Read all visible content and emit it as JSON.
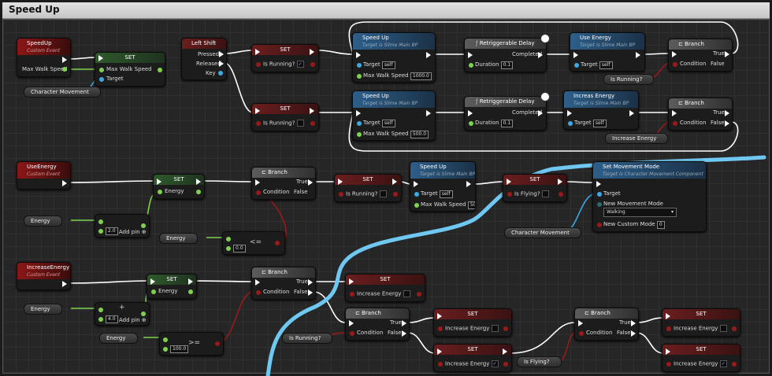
{
  "title": "Speed Up",
  "colors": {
    "exec": "#ffffff",
    "float": "#7fd24e",
    "bool": "#9a1a1a",
    "object": "#3ea8e6",
    "enum": "#2c6b6b",
    "highlight": "#6fc8f2"
  },
  "nodes": {
    "speedup_event": {
      "title": "SpeedUp",
      "subtitle": "Custom Event",
      "pin": "Max Walk Speed"
    },
    "set_mws": {
      "title": "SET",
      "pin1": "Max Walk Speed",
      "pin2": "Target"
    },
    "charmove1": {
      "label": "Character Movement"
    },
    "leftshift": {
      "title": "Left Shift",
      "pressed": "Pressed",
      "released": "Released",
      "key": "Key"
    },
    "set_run_true": {
      "title": "SET",
      "pin": "Is Running?",
      "check": "✓"
    },
    "set_run_false": {
      "title": "SET",
      "pin": "Is Running?"
    },
    "speedup_fn1": {
      "title": "Speed Up",
      "subtitle": "Target is Slime Main BP",
      "target": "Target",
      "target_val": "self",
      "mws": "Max Walk Speed",
      "mws_val": "1000.0"
    },
    "speedup_fn2": {
      "title": "Speed Up",
      "subtitle": "Target is Slime Main BP",
      "target": "Target",
      "target_val": "self",
      "mws": "Max Walk Speed",
      "mws_val": "500.0"
    },
    "delay1": {
      "title": "Retriggerable Delay",
      "completed": "Completed",
      "duration": "Duration",
      "duration_val": "0.1"
    },
    "delay2": {
      "title": "Retriggerable Delay",
      "completed": "Completed",
      "duration": "Duration",
      "duration_val": "0.1"
    },
    "useenergy_fn": {
      "title": "Use Energy",
      "subtitle": "Target is Slime Main BP",
      "target": "Target",
      "target_val": "self"
    },
    "increasenergy_fn": {
      "title": "Increas Energy",
      "subtitle": "Target is Slime Main BP",
      "target": "Target",
      "target_val": "self"
    },
    "branch1": {
      "title": "Branch",
      "true": "True",
      "condition": "Condition",
      "false": "False"
    },
    "branch2": {
      "title": "Branch",
      "true": "True",
      "condition": "Condition",
      "false": "False"
    },
    "isrunning_get1": {
      "label": "Is Running?"
    },
    "increaseenergy_get1": {
      "label": "Increase Energy"
    },
    "useenergy_event": {
      "title": "UseEnergy",
      "subtitle": "Custom Event"
    },
    "set_energy1": {
      "title": "SET",
      "pin": "Energy"
    },
    "energy_get1": {
      "label": "Energy"
    },
    "add1": {
      "val": "2.0",
      "label": "Add pin"
    },
    "energy_get2": {
      "label": "Energy"
    },
    "lte": {
      "val": "0.0",
      "op": "<="
    },
    "branch3": {
      "title": "Branch",
      "true": "True",
      "condition": "Condition",
      "false": "False"
    },
    "set_run_false2": {
      "title": "SET",
      "pin": "Is Running?"
    },
    "speedup_fn3": {
      "title": "Speed Up",
      "subtitle": "Target is Slime Main BP",
      "target": "Target",
      "target_val": "self",
      "mws": "Max Walk Speed",
      "mws_val": "500.0"
    },
    "set_flying": {
      "title": "SET",
      "pin": "Is Flying?"
    },
    "setmovemode": {
      "title": "Set Movement Mode",
      "subtitle": "Target is Character Movement Component",
      "target": "Target",
      "newmode": "New Movement Mode",
      "newmode_val": "Walking",
      "custom": "New Custom Mode",
      "custom_val": "0"
    },
    "charmove2": {
      "label": "Character Movement"
    },
    "increaseenergy_event": {
      "title": "IncreaseEnergy",
      "subtitle": "Custom Event"
    },
    "set_energy2": {
      "title": "SET",
      "pin": "Energy"
    },
    "energy_get3": {
      "label": "Energy"
    },
    "add2": {
      "val": "4.0",
      "op": "+",
      "label": "Add pin"
    },
    "energy_get4": {
      "label": "Energy"
    },
    "gte": {
      "val": "100.0",
      "op": ">="
    },
    "branch4": {
      "title": "Branch",
      "true": "True",
      "condition": "Condition",
      "false": "False"
    },
    "set_inc1": {
      "title": "SET",
      "pin": "Increase Energy"
    },
    "branch5": {
      "title": "Branch",
      "true": "True",
      "condition": "Condition",
      "false": "False"
    },
    "isrunning_get2": {
      "label": "Is Running?"
    },
    "set_inc2": {
      "title": "SET",
      "pin": "Increase Energy"
    },
    "set_inc3": {
      "title": "SET",
      "pin": "Increase Energy",
      "check": "✓"
    },
    "isflying_get": {
      "label": "Is Flying?"
    },
    "branch6": {
      "title": "Branch",
      "true": "True",
      "condition": "Condition",
      "false": "False"
    },
    "set_inc4": {
      "title": "SET",
      "pin": "Increase Energy"
    },
    "set_inc5": {
      "title": "SET",
      "pin": "Increase Energy",
      "check": "✓"
    }
  }
}
